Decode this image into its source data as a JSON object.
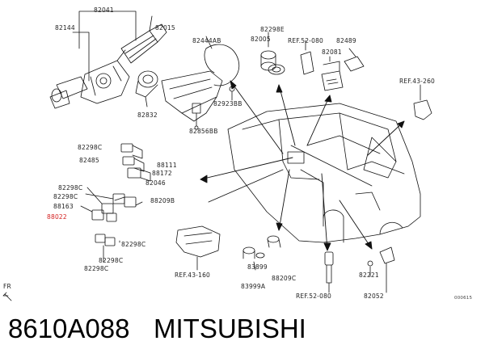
{
  "callouts": {
    "c82041": "82041",
    "c82144": "82144",
    "c82015": "82015",
    "c82444AB": "82444AB",
    "c82298E": "82298E",
    "c82005": "82005",
    "ref52_top": "REF.52-080",
    "c82489": "82489",
    "c82081": "82081",
    "ref43_260": "REF.43-260",
    "c82923BB": "82923BB",
    "c82832": "82832",
    "c82856BB": "82856BB",
    "c82298C_a": "82298C",
    "c82485": "82485",
    "c88111": "88111",
    "c88172": "88172",
    "c82046": "82046",
    "c82298C_b": "82298C",
    "c82298C_c": "82298C",
    "c88163": "88163",
    "c88022": "88022",
    "c88209B": "88209B",
    "c82298C_d": "82298C",
    "c82298C_e": "82298C",
    "c82298C_f": "82298C",
    "ref43_160": "REF.43-160",
    "c83899": "83899",
    "c83999A": "83999A",
    "c88209C": "88209C",
    "ref52_bottom": "REF.52-080",
    "c82221": "82221",
    "c82052": "82052",
    "fr": "FR",
    "diagram_code": "000615"
  },
  "caption": {
    "part_number": "8610A088",
    "brand": "MITSUBISHI"
  },
  "colors": {
    "line": "#111111",
    "highlight": "#d42020"
  }
}
